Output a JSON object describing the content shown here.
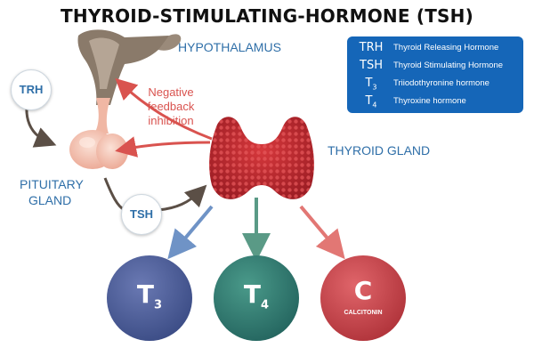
{
  "title": "THYROID-STIMULATING-HORMONE (TSH)",
  "labels": {
    "hypothalamus": "HYPOTHALAMUS",
    "pituitary_line1": "PITUITARY",
    "pituitary_line2": "GLAND",
    "thyroid": "THYROID GLAND",
    "negative_line1": "Negative",
    "negative_line2": "feedback",
    "negative_line3": "inhibition"
  },
  "badges": {
    "trh": "TRH",
    "tsh": "TSH"
  },
  "legend": [
    {
      "abbr": "TRH",
      "sub": "",
      "desc": "Thyroid Releasing Hormone"
    },
    {
      "abbr": "TSH",
      "sub": "",
      "desc": "Thyroid Stimulating Hormone"
    },
    {
      "abbr": "T",
      "sub": "3",
      "desc": "Triiodothyronine hormone"
    },
    {
      "abbr": "T",
      "sub": "4",
      "desc": "Thyroxine hormone"
    }
  ],
  "outputs": {
    "t3": {
      "main": "T",
      "sub": "3"
    },
    "t4": {
      "main": "T",
      "sub": "4"
    },
    "c": {
      "main": "C",
      "caption": "CALCITONIN"
    }
  },
  "colors": {
    "label_blue": "#2f6fa8",
    "legend_bg": "#1566b8",
    "feedback_red": "#d9534f",
    "thyroid_red": "#c0282d",
    "t3_circle": "#4a5f98",
    "t4_circle": "#2f7a78",
    "c_circle": "#c8444a"
  }
}
